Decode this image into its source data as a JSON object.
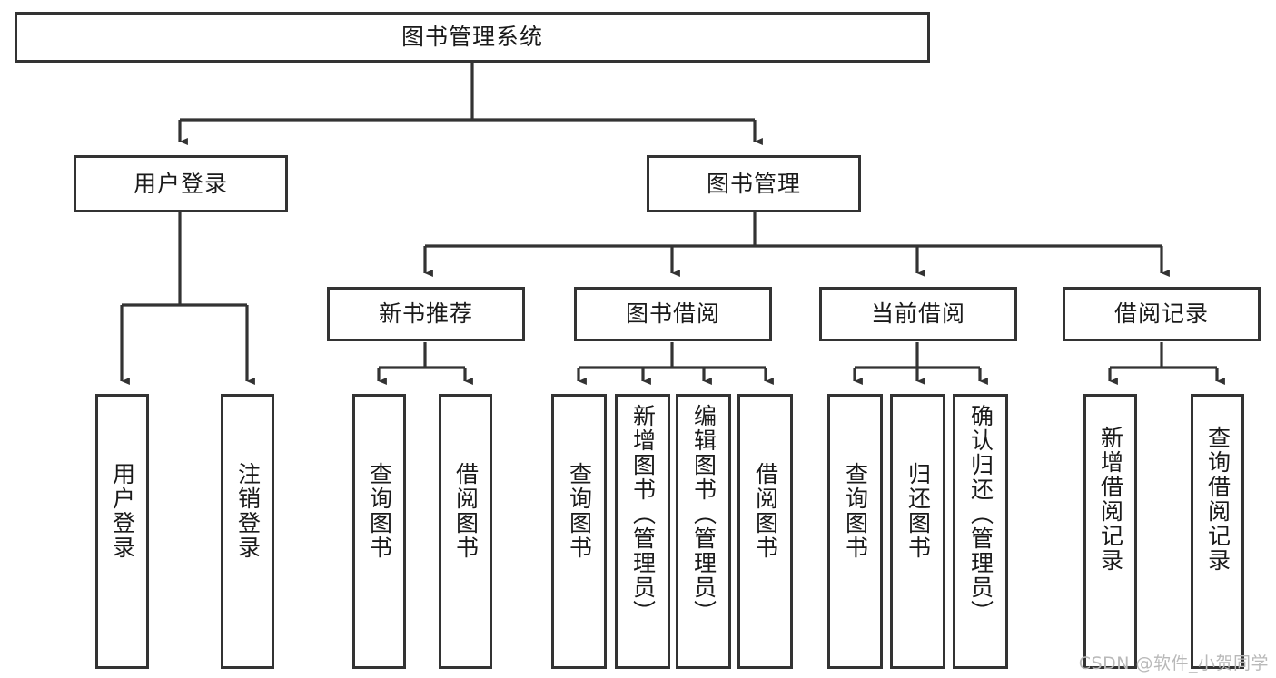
{
  "diagram": {
    "type": "tree-hierarchy-chart",
    "title": "图书管理系统",
    "watermark": "CSDN @软件_小贺同学",
    "colors": {
      "box_border": "#333333",
      "box_fill": "#ffffff",
      "connector": "#333333",
      "text": "#1a1a1a",
      "watermark": "#b9b9b9"
    },
    "nodes": {
      "root": {
        "label": "图书管理系统"
      },
      "level2": [
        {
          "id": "user-login",
          "label": "用户登录"
        },
        {
          "id": "book-management",
          "label": "图书管理"
        }
      ],
      "level3": [
        {
          "id": "new-book-recommend",
          "label": "新书推荐"
        },
        {
          "id": "book-borrow",
          "label": "图书借阅"
        },
        {
          "id": "current-borrow",
          "label": "当前借阅"
        },
        {
          "id": "borrow-record",
          "label": "借阅记录"
        }
      ],
      "leaves": {
        "user_login": [
          {
            "id": "leaf-user-login",
            "label": "用户登录"
          },
          {
            "id": "leaf-logout-login",
            "label": "注销登录"
          }
        ],
        "new_book_recommend": [
          {
            "id": "leaf-query-book-1",
            "label": "查询图书"
          },
          {
            "id": "leaf-borrow-book-1",
            "label": "借阅图书"
          }
        ],
        "book_borrow": [
          {
            "id": "leaf-query-book-2",
            "label": "查询图书"
          },
          {
            "id": "leaf-add-book",
            "label": "新增图书（管理员）"
          },
          {
            "id": "leaf-edit-book",
            "label": "编辑图书（管理员）"
          },
          {
            "id": "leaf-borrow-book-2",
            "label": "借阅图书"
          }
        ],
        "current_borrow": [
          {
            "id": "leaf-query-book-3",
            "label": "查询图书"
          },
          {
            "id": "leaf-return-book",
            "label": "归还图书"
          },
          {
            "id": "leaf-confirm-return",
            "label": "确认归还（管理员）"
          }
        ],
        "borrow_record": [
          {
            "id": "leaf-add-record",
            "label": "新增借阅记录"
          },
          {
            "id": "leaf-query-record",
            "label": "查询借阅记录"
          }
        ]
      }
    }
  }
}
